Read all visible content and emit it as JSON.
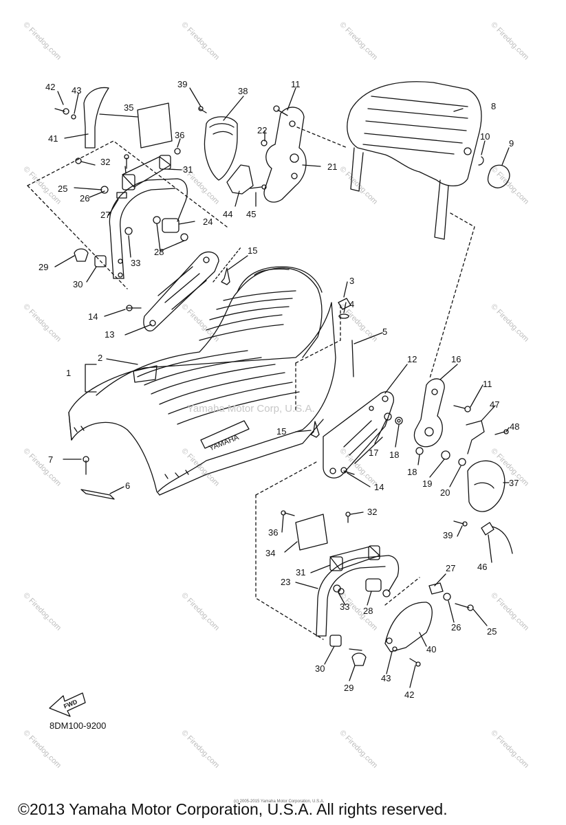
{
  "parts": {
    "p1": "1",
    "p2": "2",
    "p3": "3",
    "p4": "4",
    "p5": "5",
    "p6": "6",
    "p7": "7",
    "p8": "8",
    "p9": "9",
    "p10": "10",
    "p11a": "11",
    "p11b": "11",
    "p12": "12",
    "p13": "13",
    "p14a": "14",
    "p14b": "14",
    "p15a": "15",
    "p15b": "15",
    "p16": "16",
    "p17": "17",
    "p18a": "18",
    "p18b": "18",
    "p19": "19",
    "p20": "20",
    "p21": "21",
    "p22": "22",
    "p23": "23",
    "p24": "24",
    "p25a": "25",
    "p25b": "25",
    "p26a": "26",
    "p26b": "26",
    "p27a": "27",
    "p27b": "27",
    "p28a": "28",
    "p28b": "28",
    "p29a": "29",
    "p29b": "29",
    "p30a": "30",
    "p30b": "30",
    "p31a": "31",
    "p31b": "31",
    "p32a": "32",
    "p32b": "32",
    "p33a": "33",
    "p33b": "33",
    "p34": "34",
    "p35": "35",
    "p36a": "36",
    "p36b": "36",
    "p37": "37",
    "p38": "38",
    "p39a": "39",
    "p39b": "39",
    "p40": "40",
    "p41": "41",
    "p42a": "42",
    "p42b": "42",
    "p43a": "43",
    "p43b": "43",
    "p44": "44",
    "p45": "45",
    "p46": "46",
    "p47": "47",
    "p48": "48"
  },
  "seat_brand": "YAMAHA",
  "fwd_label": "FWD",
  "diagram_code": "8DM100-9200",
  "watermark_center": "Yamaha Motor Corp, U.S.A.",
  "watermark_site": "© Firedog.com",
  "tiny_copyright": "(c) 2005-2015 Yamaha Motor Corporation, U.S.A.",
  "copyright": "©2013 Yamaha Motor Corporation, U.S.A. All rights reserved.",
  "colors": {
    "ink": "#111111",
    "watermark": "#bdbdbd",
    "background": "#ffffff"
  }
}
